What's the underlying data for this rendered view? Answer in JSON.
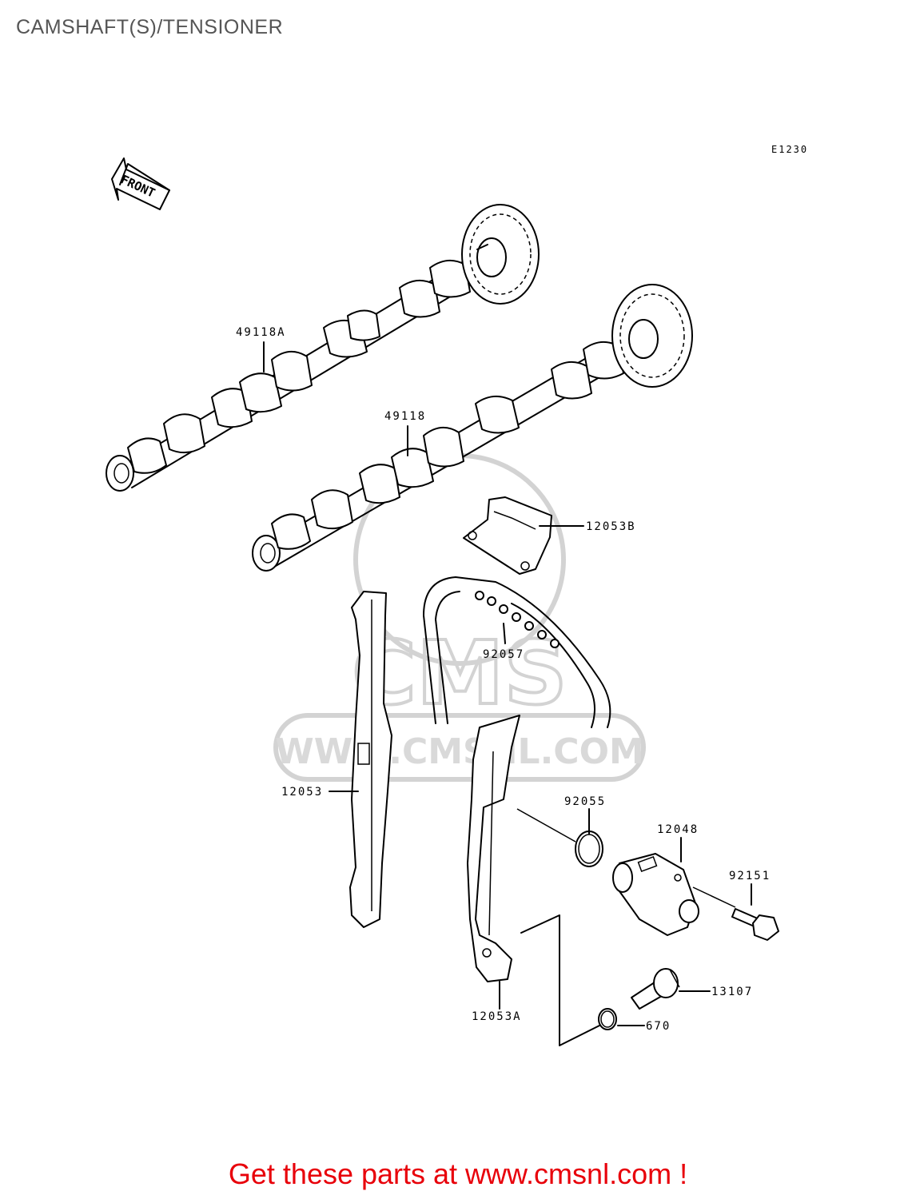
{
  "page": {
    "title": "CAMSHAFT(S)/TENSIONER",
    "diagram_code": "E1230",
    "front_label": "FRONT",
    "watermark_text": "WWW.CMSNL.COM",
    "watermark_logo": "CMS",
    "footer_cta": "Get these parts at www.cmsnl.com !",
    "colors": {
      "title": "#555555",
      "cta": "#e8000a",
      "watermark": "#d3d3d3",
      "line": "#000000"
    }
  },
  "parts": [
    {
      "id": "camshaft-exhaust",
      "number": "49118A"
    },
    {
      "id": "camshaft-intake",
      "number": "49118"
    },
    {
      "id": "chain-guide-upper",
      "number": "12053B"
    },
    {
      "id": "cam-chain",
      "number": "92057"
    },
    {
      "id": "chain-guide-front",
      "number": "12053"
    },
    {
      "id": "o-ring",
      "number": "92055"
    },
    {
      "id": "tensioner-assy",
      "number": "12048"
    },
    {
      "id": "flange-bolt",
      "number": "92151"
    },
    {
      "id": "tensioner-bolt",
      "number": "13107"
    },
    {
      "id": "gasket",
      "number": "670"
    },
    {
      "id": "chain-guide-rear",
      "number": "12053A"
    }
  ]
}
